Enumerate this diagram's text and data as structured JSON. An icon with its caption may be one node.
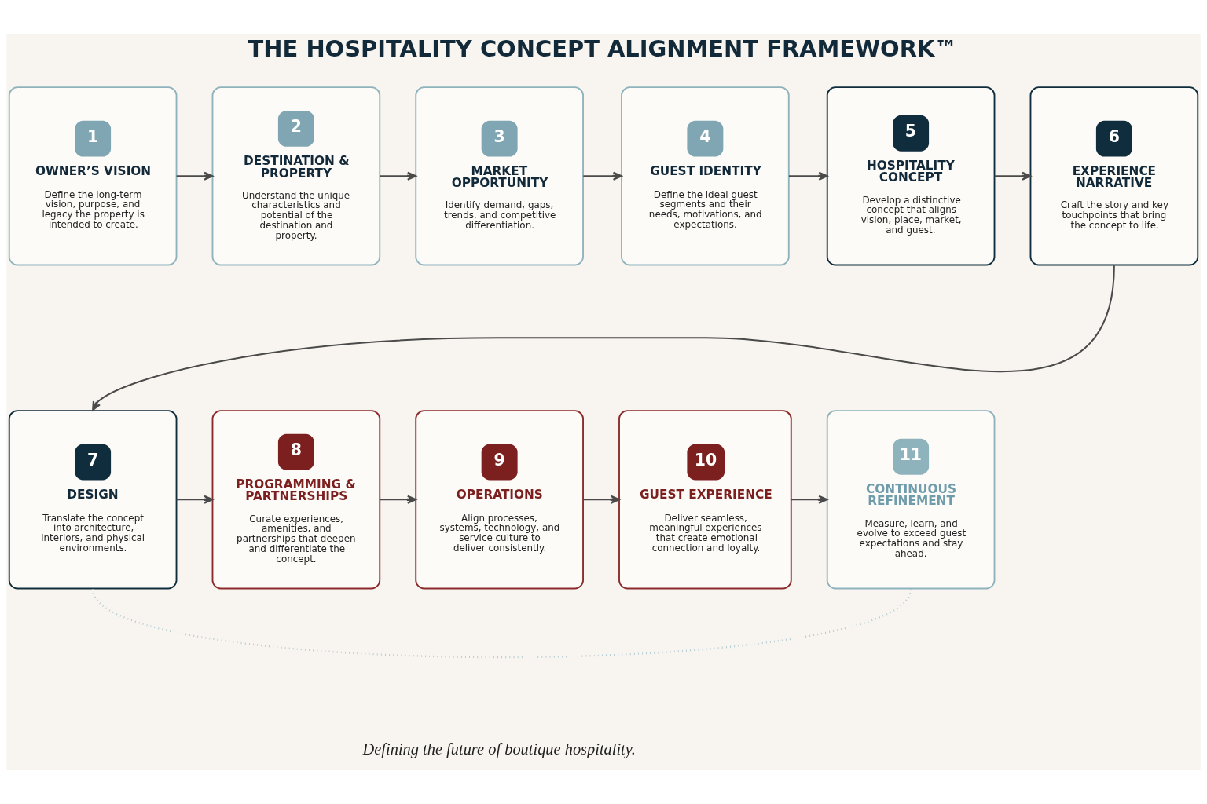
{
  "diagram": {
    "title": "THE HOSPITALITY CONCEPT ALIGNMENT FRAMEWORK™",
    "caption": "Defining the future of boutique hospitality.",
    "nodes": [
      {
        "text": [
          "1",
          "OWNER’S VISION",
          "Define the long-term vision, purpose, and legacy the property is intended to create."
        ]
      },
      {
        "text": [
          "2",
          "DESTINATION & PROPERTY",
          "Understand the unique characteristics and potential of the destination and property."
        ]
      },
      {
        "text": [
          "3",
          "MARKET OPPORTUNITY",
          "Identify demand, gaps, trends, and competitive differentiation."
        ]
      },
      {
        "text": [
          "4",
          "GUEST IDENTITY",
          "Define the ideal guest segments and their needs, motivations, and expectations."
        ]
      },
      {
        "text": [
          "5",
          "HOSPITALITY CONCEPT",
          "Develop a distinctive concept that aligns vision, place, market, and guest."
        ]
      },
      {
        "text": [
          "6",
          "EXPERIENCE NARRATIVE",
          "Craft the story and key touchpoints that bring the concept to life."
        ]
      },
      {
        "text": [
          "7",
          "DESIGN",
          "Translate the concept into architecture, interiors, and physical environments."
        ]
      },
      {
        "text": [
          "8",
          "PROGRAMMING & PARTNERSHIPS",
          "Curate experiences, amenities, and partnerships that deepen and differentiate the concept."
        ]
      },
      {
        "text": [
          "9",
          "OPERATIONS",
          "Align processes, systems, technology, and service culture to deliver consistently."
        ]
      },
      {
        "text": [
          "10",
          "GUEST EXPERIENCE",
          "Deliver seamless, meaningful experiences that create emotional connection and loyalty."
        ]
      },
      {
        "text": [
          "11",
          "CONTINUOUS REFINEMENT",
          "Measure, learn, and evolve to exceed guest expectations and stay ahead."
        ]
      }
    ],
    "edges": [
      {
        "from": 0,
        "to": 1,
        "arrow": "to"
      },
      {
        "from": 1,
        "to": 2,
        "arrow": "to"
      },
      {
        "from": 2,
        "to": 3,
        "arrow": "to"
      },
      {
        "from": 3,
        "to": 4,
        "arrow": "to"
      },
      {
        "from": 4,
        "to": 5,
        "arrow": "to"
      },
      {
        "from": 5,
        "to": 6,
        "arrow": "to"
      },
      {
        "from": 6,
        "to": 7,
        "arrow": "to"
      },
      {
        "from": 7,
        "to": 8,
        "arrow": "to"
      },
      {
        "from": 8,
        "to": 9,
        "arrow": "to"
      },
      {
        "from": 9,
        "to": 10,
        "arrow": "to"
      },
      {
        "from": 10,
        "to": 6,
        "arrow": "none",
        "style": "dashed",
        "color": "#a9c6cf"
      }
    ]
  }
}
